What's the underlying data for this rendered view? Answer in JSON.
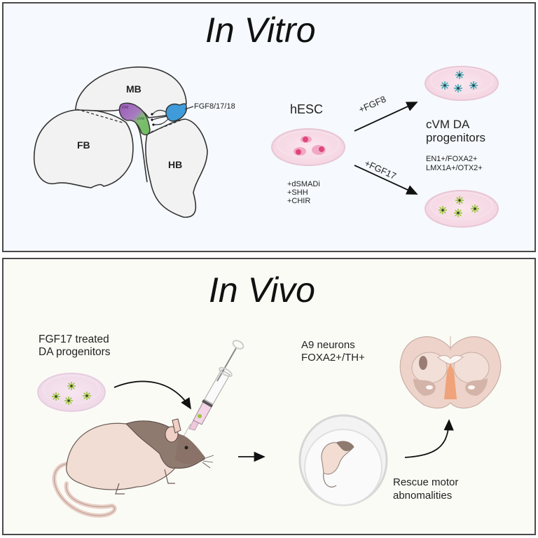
{
  "in_vitro": {
    "title": "In Vitro",
    "brain_regions": {
      "mb": "MB",
      "fb": "FB",
      "hb": "HB",
      "rvm": "rVM",
      "cvm": "cVM",
      "signal": "FGF8/17/18"
    },
    "hesc": {
      "label": "hESC",
      "factors": [
        "+dSMADi",
        "+SHH",
        "+CHIR"
      ]
    },
    "arrows": {
      "upper": "+FGF8",
      "lower": "+FGF17"
    },
    "outcome": {
      "title_line1": "cVM DA",
      "title_line2": "progenitors",
      "markers_line1": "EN1+/FOXA2+",
      "markers_line2": "LMX1A+/OTX2+"
    },
    "colors": {
      "rvm": "#9b59b6",
      "cvm": "#6dbb5e",
      "isthmus": "#3f9bd9",
      "dish": "#f8dce6",
      "cell_fgf8": "#3fa9b8",
      "cell_fgf17": "#9bc53d",
      "hesc_cell": "#e0457b"
    }
  },
  "in_vivo": {
    "title": "In Vivo",
    "source_line1": "FGF17 treated",
    "source_line2": "DA progenitors",
    "result_line1": "A9 neurons",
    "result_line2": "FOXA2+/TH+",
    "behavior_line1": "Rescue motor",
    "behavior_line2": "abnomalities"
  }
}
